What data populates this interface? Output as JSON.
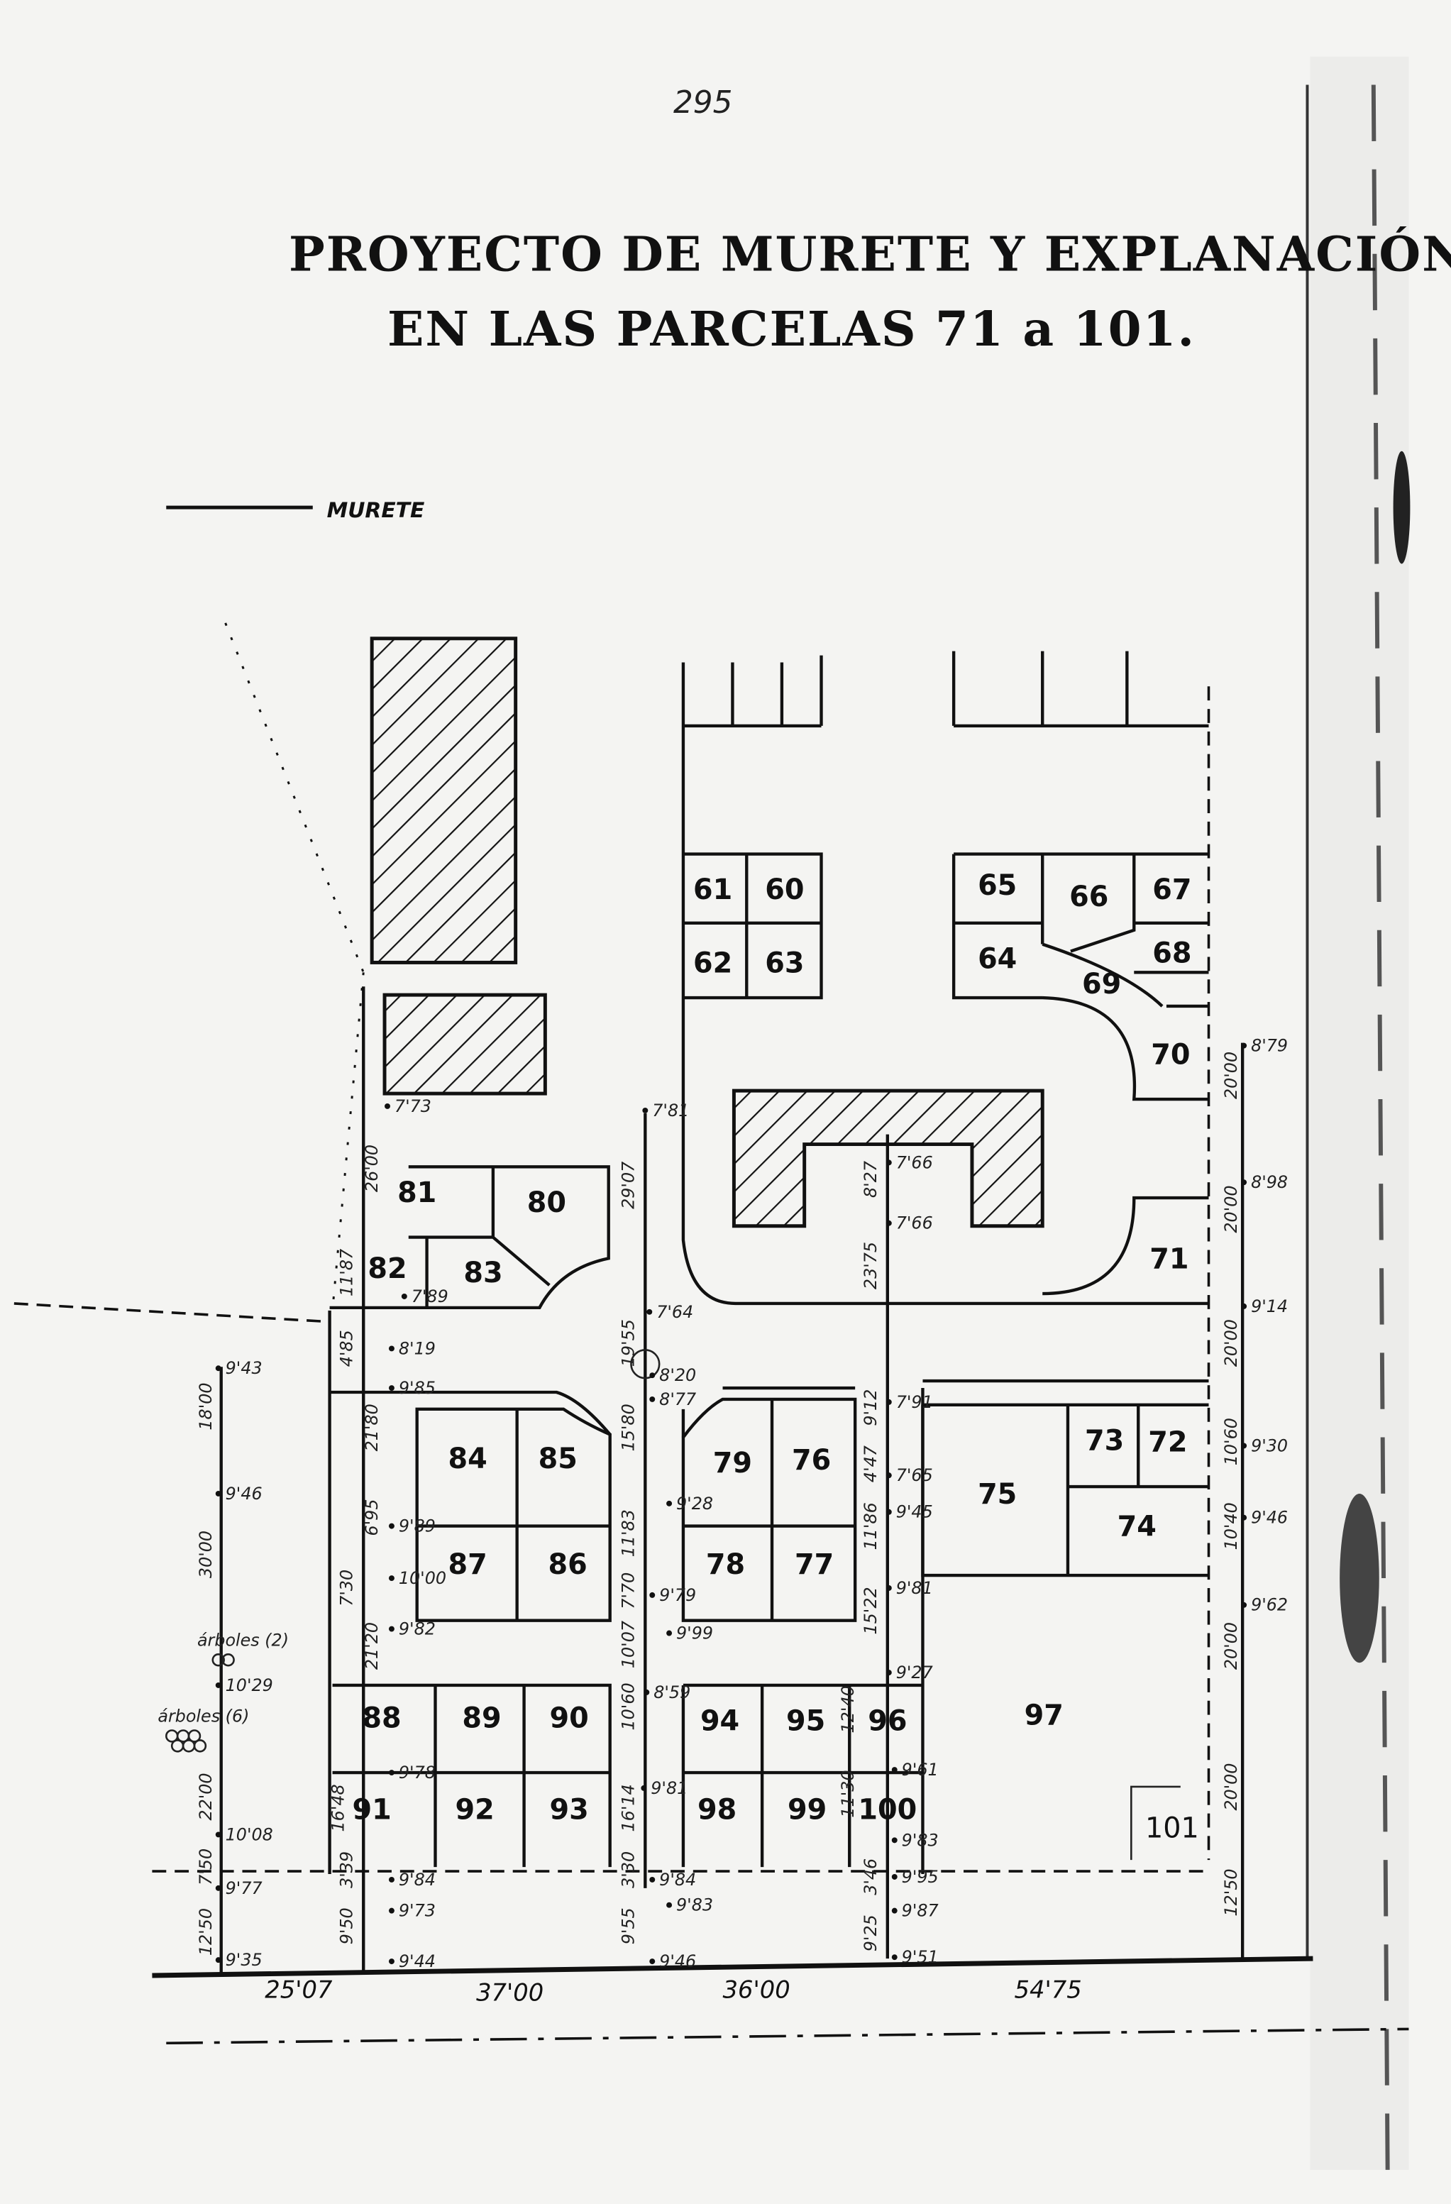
{
  "sheet_number": "295",
  "title": {
    "line1": "PROYECTO DE MURETE Y EXPLANACIÓN",
    "line2": "EN LAS PARCELAS 71 a 101."
  },
  "legend": {
    "murete": "MURETE"
  },
  "notes": {
    "trees_2": "árboles (2)",
    "trees_6": "árboles (6)"
  },
  "parcels": [
    "61",
    "60",
    "62",
    "63",
    "65",
    "66",
    "67",
    "64",
    "68",
    "69",
    "70",
    "71",
    "81",
    "80",
    "82",
    "83",
    "84",
    "85",
    "87",
    "86",
    "79",
    "76",
    "78",
    "77",
    "73",
    "72",
    "75",
    "74",
    "97",
    "101",
    "88",
    "89",
    "90",
    "94",
    "95",
    "96",
    "91",
    "92",
    "93",
    "98",
    "99",
    "100"
  ],
  "levels": [
    "7'73",
    "7'81",
    "7'66",
    "7'66",
    "8'79",
    "8'98",
    "9'14",
    "7'89",
    "8'19",
    "9'85",
    "7'64",
    "8'20",
    "8'77",
    "9'43",
    "9'46",
    "9'89",
    "10'00",
    "9'82",
    "9'28",
    "9'79",
    "9'99",
    "7'91",
    "7'65",
    "9'45",
    "9'81",
    "9'27",
    "9'30",
    "9'46",
    "9'62",
    "10'29",
    "10'08",
    "9'77",
    "9'35",
    "9'78",
    "8'59",
    "9'81",
    "9'61",
    "9'83",
    "9'84",
    "9'73",
    "9'44",
    "9'84",
    "9'83",
    "9'46",
    "9'95",
    "9'87",
    "9'51"
  ],
  "dimensions_vertical": [
    "26'00",
    "11'87",
    "4'85",
    "21'80",
    "7'30",
    "6'95",
    "21'20",
    "16'48",
    "3'39",
    "9'50",
    "29'07",
    "19'55",
    "15'80",
    "11'83",
    "7'70",
    "10'07",
    "10'60",
    "16'14",
    "3'30",
    "9'55",
    "8'27",
    "23'75",
    "4'47",
    "9'12",
    "11'86",
    "15'22",
    "12'40",
    "11'30",
    "3'46",
    "9'25",
    "20'00",
    "20'00",
    "20'00",
    "10'60",
    "10'40",
    "20'00",
    "20'00",
    "12'50",
    "18'00",
    "30'00",
    "22'00",
    "7'50",
    "12'50"
  ],
  "dimensions_horizontal": [
    "25'07",
    "37'00",
    "36'00",
    "54'75"
  ]
}
